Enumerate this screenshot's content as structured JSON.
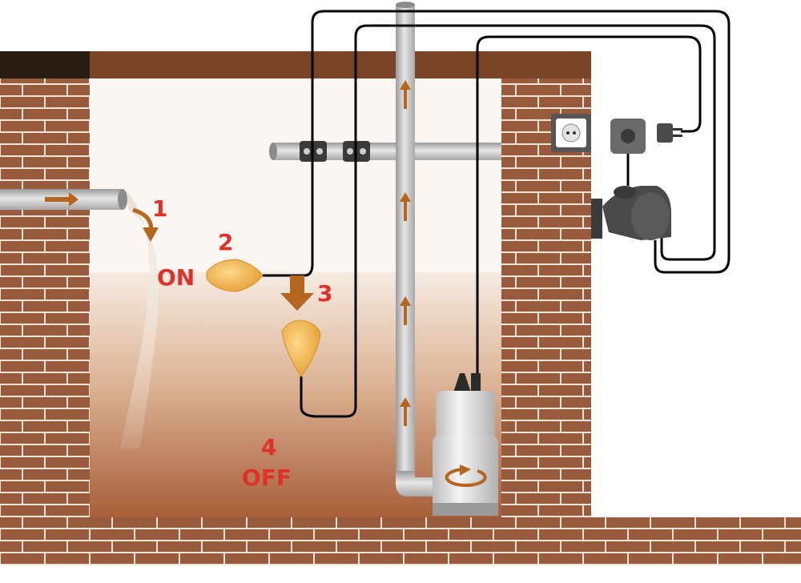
{
  "steps": {
    "step1": "1",
    "step2": "2",
    "step3": "3",
    "step4": "4"
  },
  "states": {
    "on": "ON",
    "off": "OFF"
  },
  "colors": {
    "brick": "#9a5a3c",
    "mortar": "#f2e6dc",
    "label": "#e0302a",
    "arrow": "#b5651d",
    "water_top": "#f6ebe2",
    "water_bottom": "#a85f3a",
    "pipe": "#c8c8c8",
    "float": "#f0b24a",
    "cable": "#000000"
  },
  "icons": {
    "socket": "wall-socket-icon",
    "plug": "plug-adapter-icon",
    "controller": "pump-controller-icon",
    "pump": "submersible-pump-icon"
  }
}
